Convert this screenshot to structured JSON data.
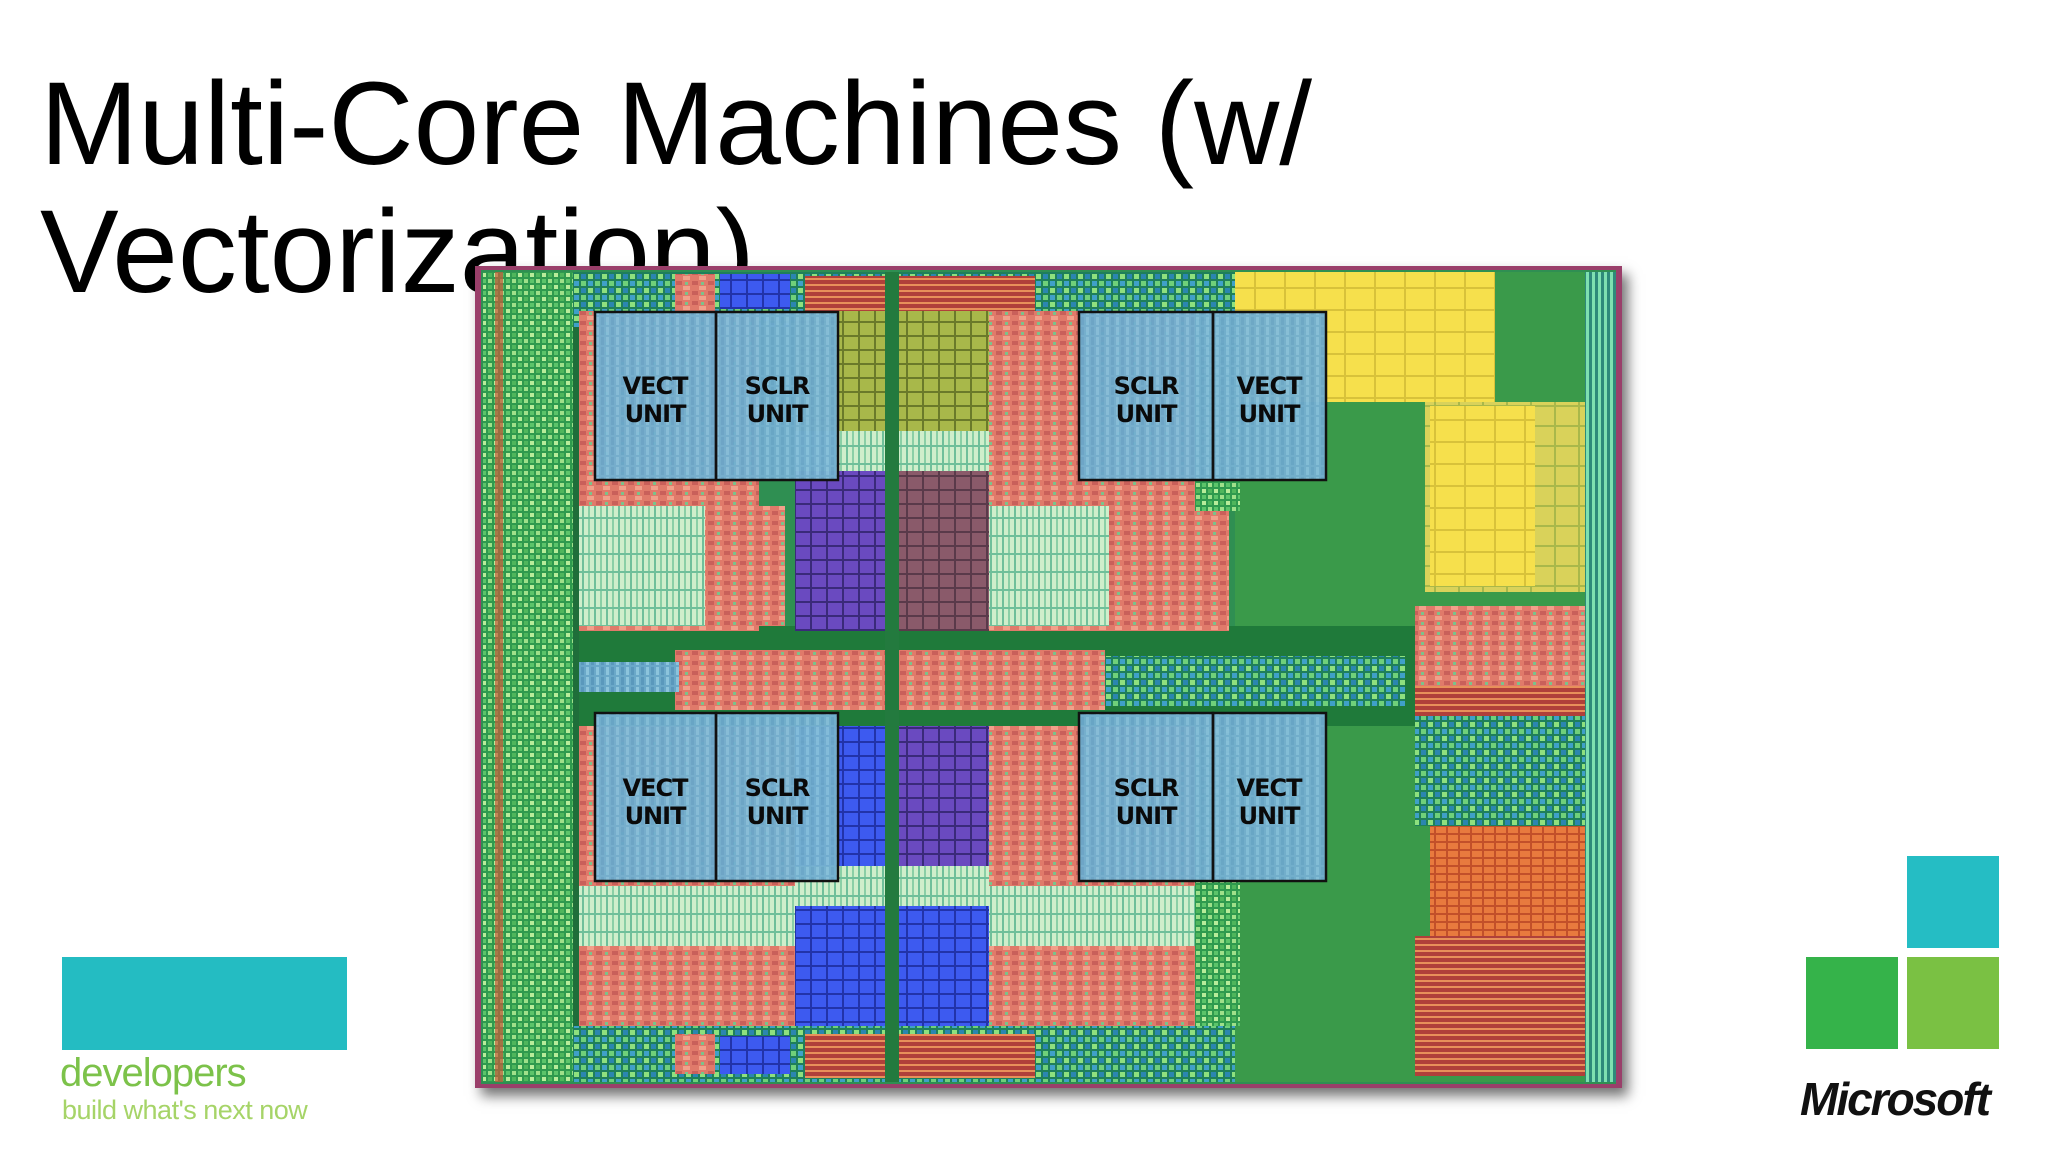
{
  "slide": {
    "title": "Multi-Core Machines (w/ Vectorization)"
  },
  "die": {
    "cores": [
      {
        "units": [
          {
            "line1": "VECT",
            "line2": "UNIT"
          },
          {
            "line1": "SCLR",
            "line2": "UNIT"
          }
        ]
      },
      {
        "units": [
          {
            "line1": "SCLR",
            "line2": "UNIT"
          },
          {
            "line1": "VECT",
            "line2": "UNIT"
          }
        ]
      },
      {
        "units": [
          {
            "line1": "VECT",
            "line2": "UNIT"
          },
          {
            "line1": "SCLR",
            "line2": "UNIT"
          }
        ]
      },
      {
        "units": [
          {
            "line1": "SCLR",
            "line2": "UNIT"
          },
          {
            "line1": "VECT",
            "line2": "UNIT"
          }
        ]
      }
    ]
  },
  "branding": {
    "developers": "developers",
    "tagline": "build what's next now",
    "microsoft": "Microsoft",
    "colors": {
      "teal": "#24bcc2",
      "green_dark": "#35b34a",
      "green_light": "#7ac143"
    }
  }
}
